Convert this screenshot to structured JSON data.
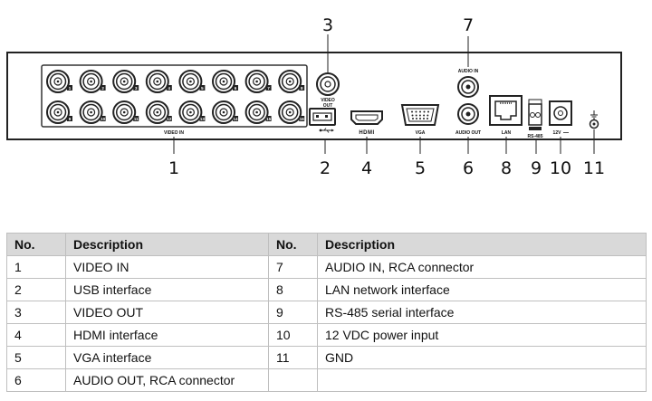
{
  "diagram": {
    "callouts": [
      "1",
      "2",
      "3",
      "4",
      "5",
      "6",
      "7",
      "8",
      "9",
      "10",
      "11"
    ],
    "panel_labels": {
      "video_in": "VIDEO IN",
      "video_out_line1": "VIDEO",
      "video_out_line2": "OUT",
      "hdmi": "HDMI",
      "vga": "VGA",
      "audio_in": "AUDIO IN",
      "audio_out": "AUDIO OUT",
      "lan": "LAN",
      "rs485": "RS-485",
      "power": "12V",
      "usb_symbol": "usb-icon",
      "ground_symbol": "ground-icon"
    },
    "bnc_top_numbers": [
      "1",
      "2",
      "3",
      "4",
      "5",
      "6",
      "7",
      "8"
    ],
    "bnc_bottom_numbers": [
      "9",
      "10",
      "11",
      "12",
      "13",
      "14",
      "15",
      "16"
    ]
  },
  "table": {
    "headers": [
      "No.",
      "Description",
      "No.",
      "Description"
    ],
    "rows": [
      [
        "1",
        "VIDEO IN",
        "7",
        "AUDIO IN, RCA connector"
      ],
      [
        "2",
        "USB interface",
        "8",
        "LAN network interface"
      ],
      [
        "3",
        "VIDEO OUT",
        "9",
        "RS-485 serial interface"
      ],
      [
        "4",
        "HDMI interface",
        "10",
        "12 VDC power input"
      ],
      [
        "5",
        "VGA interface",
        "11",
        "GND"
      ],
      [
        "6",
        "AUDIO OUT, RCA connector",
        "",
        ""
      ]
    ]
  }
}
